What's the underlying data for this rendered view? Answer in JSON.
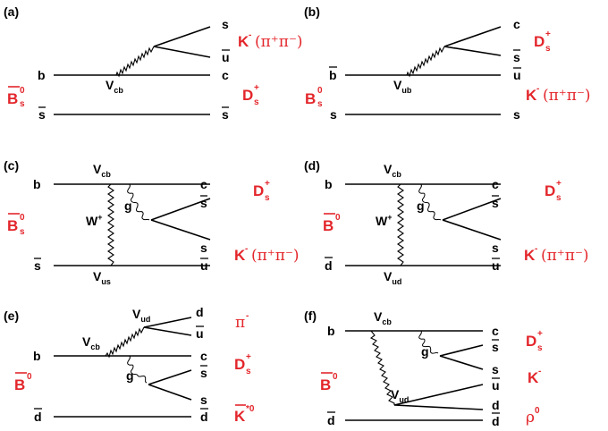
{
  "panels": {
    "a": {
      "label": "(a)",
      "meson_name": "B",
      "meson_sup": "0",
      "meson_sub": "s",
      "quarks_left": [
        "b",
        "s"
      ],
      "quarks_right": [
        "s",
        "u",
        "c",
        "s"
      ],
      "vertex": "V",
      "vertex_sub": "cb",
      "product1": "K",
      "product1_sup": "-",
      "product1_pi": "(π⁺π⁻)",
      "product2": "D",
      "product2_sup": "+",
      "product2_sub": "s"
    },
    "b": {
      "label": "(b)",
      "meson_name": "B",
      "meson_sup": "0",
      "meson_sub": "s",
      "quarks_left": [
        "b",
        "s"
      ],
      "quarks_right": [
        "c",
        "s",
        "u",
        "s"
      ],
      "vertex": "V",
      "vertex_sub": "ub",
      "product1": "D",
      "product1_sup": "+",
      "product1_sub": "s",
      "product2": "K",
      "product2_sup": "-",
      "product2_pi": "(π⁺π⁻)"
    },
    "c": {
      "label": "(c)",
      "meson_name": "B",
      "meson_sup": "0",
      "meson_sub": "s",
      "quarks_left": [
        "b",
        "s"
      ],
      "quarks_right": [
        "c",
        "s",
        "s",
        "u"
      ],
      "vertex_top": "V",
      "vertex_top_sub": "cb",
      "vertex_bottom": "V",
      "vertex_bottom_sub": "us",
      "w_label": "W",
      "w_sup": "+",
      "gluon": "g",
      "product1": "D",
      "product1_sup": "+",
      "product1_sub": "s",
      "product2": "K",
      "product2_sup": "-",
      "product2_pi": "(π⁺π⁻)"
    },
    "d": {
      "label": "(d)",
      "meson_name": "B",
      "meson_sup": "0",
      "quarks_left": [
        "b",
        "d"
      ],
      "quarks_right": [
        "c",
        "s",
        "s",
        "u"
      ],
      "vertex_top": "V",
      "vertex_top_sub": "cb",
      "vertex_bottom": "V",
      "vertex_bottom_sub": "ud",
      "w_label": "W",
      "w_sup": "+",
      "gluon": "g",
      "product1": "D",
      "product1_sup": "+",
      "product1_sub": "s",
      "product2": "K",
      "product2_sup": "-",
      "product2_pi": "(π⁺π⁻)"
    },
    "e": {
      "label": "(e)",
      "meson_name": "B",
      "meson_sup": "0",
      "quarks_left": [
        "b",
        "d"
      ],
      "quarks_right": [
        "d",
        "u",
        "c",
        "s",
        "s",
        "d"
      ],
      "vertex_top": "V",
      "vertex_top_sub": "ud",
      "vertex_mid": "V",
      "vertex_mid_sub": "cb",
      "gluon": "g",
      "product1": "π",
      "product1_sup": "-",
      "product2": "D",
      "product2_sup": "+",
      "product2_sub": "s",
      "product3": "K",
      "product3_sup": "*0"
    },
    "f": {
      "label": "(f)",
      "meson_name": "B",
      "meson_sup": "0",
      "quarks_left": [
        "b",
        "d"
      ],
      "quarks_right": [
        "c",
        "s",
        "s",
        "u",
        "d",
        "d"
      ],
      "vertex_top": "V",
      "vertex_top_sub": "cb",
      "vertex_bottom": "V",
      "vertex_bottom_sub": "ud",
      "gluon": "g",
      "product1": "D",
      "product1_sup": "+",
      "product1_sub": "s",
      "product2": "K",
      "product2_sup": "-",
      "product3": "ρ",
      "product3_sup": "0"
    }
  }
}
